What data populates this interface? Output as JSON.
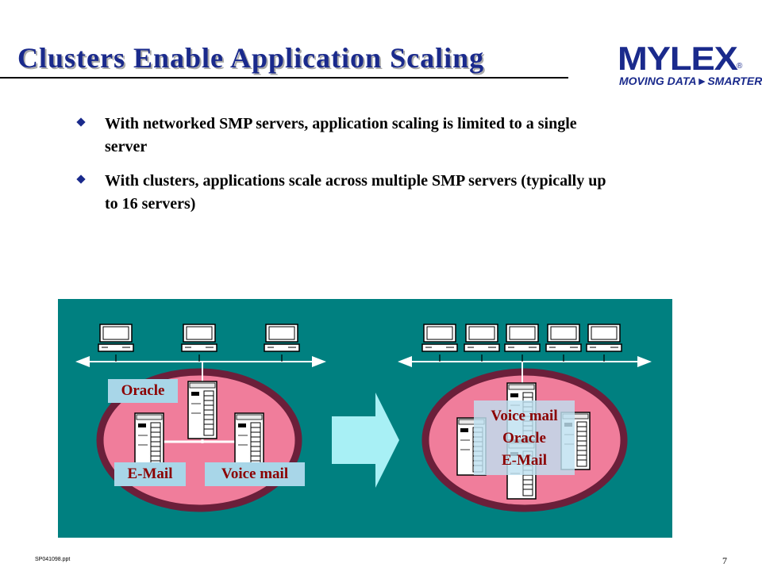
{
  "slide": {
    "title": "Clusters Enable Application Scaling",
    "logo": {
      "word": "MYLEX",
      "registered": "®",
      "tagline": "MOVING DATA►SMARTER"
    },
    "bullets": [
      "With networked SMP servers, application scaling is limited to a single server",
      "With clusters, applications scale across multiple SMP servers (typically up to 16 servers)"
    ],
    "footer": {
      "file": "SP041098.ppt",
      "page": "7"
    }
  },
  "diagram": {
    "colors": {
      "panel": "#008080",
      "ellipse_fill": "#f07d9b",
      "ellipse_ring": "#6b1f3a",
      "arrow": "#a8f0f5",
      "label_bg": "#a8d6e8",
      "label_text": "#8b0000"
    },
    "left": {
      "label_oracle": "Oracle",
      "label_email": "E-Mail",
      "label_voicemail": "Voice mail"
    },
    "right": {
      "labels": [
        "Voice mail",
        "Oracle",
        "E-Mail"
      ]
    }
  }
}
